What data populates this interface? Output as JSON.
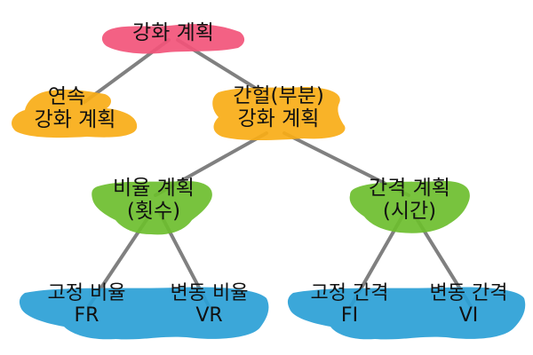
{
  "colors": {
    "root": "#f2547a",
    "level1": "#f9ad16",
    "level2": "#6dbe2e",
    "leaf": "#2a9fd6",
    "edge": "#808080",
    "text": "#111111"
  },
  "diagram": {
    "root": {
      "label": "강화 계획"
    },
    "continuous": {
      "line1": "연속",
      "line2": "강화 계획"
    },
    "intermittent": {
      "line1": "간헐(부분)",
      "line2": "강화 계획"
    },
    "ratio": {
      "line1": "비율 계획",
      "line2": "(횟수)"
    },
    "interval": {
      "line1": "간격 계획",
      "line2": "(시간)"
    },
    "fixed_ratio": {
      "line1": "고정 비율",
      "line2": "FR"
    },
    "variable_ratio": {
      "line1": "변동 비율",
      "line2": "VR"
    },
    "fixed_interval": {
      "line1": "고정 간격",
      "line2": "FI"
    },
    "variable_interval": {
      "line1": "변동 간격",
      "line2": "VI"
    }
  }
}
